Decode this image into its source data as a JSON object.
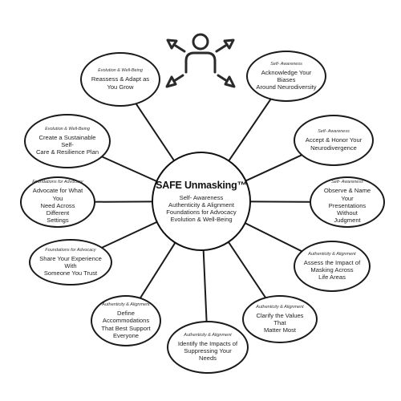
{
  "hub": {
    "title": "SAFE Unmasking™",
    "lines": [
      "Self- Awareness",
      "Authenticity & Alignment",
      "Foundations for Advocacy",
      "Evolution & Well-Being"
    ]
  },
  "icons": {
    "header": "person-with-arrows-icon"
  },
  "nodes": [
    {
      "category": "Evolution & Well-Being",
      "lines": [
        "Reassess & Adapt as",
        "You Grow"
      ]
    },
    {
      "category": "Self- Awareness",
      "lines": [
        "Acknowledge Your Biases",
        "Around Neurodiversity"
      ]
    },
    {
      "category": "Evolution & Well-Being",
      "lines": [
        "Create a Sustainable Self-",
        "Care & Resilience Plan"
      ]
    },
    {
      "category": "Self- Awareness",
      "lines": [
        "Accept & Honor Your",
        "Neurodivergence"
      ]
    },
    {
      "category": "Foundations for Advocacy",
      "lines": [
        "Advocate for What You",
        "Need Across Different",
        "Settings"
      ]
    },
    {
      "category": "Self- Awareness",
      "lines": [
        "Observe & Name Your",
        "Presentations Without",
        "Judgment"
      ]
    },
    {
      "category": "Foundations for Advocacy",
      "lines": [
        "Share Your Experience With",
        "Someone You Trust"
      ]
    },
    {
      "category": "Authenticity & Alignment",
      "lines": [
        "Assess the Impact of",
        "Masking Across",
        "Life Areas"
      ]
    },
    {
      "category": "Authenticity & Alignment",
      "lines": [
        "Define Accommodations",
        "That Best Support",
        "Everyone"
      ]
    },
    {
      "category": "Authenticity & Alignment",
      "lines": [
        "Clarify the Values That",
        "Matter Most"
      ]
    },
    {
      "category": "Authenticity & Alignment",
      "lines": [
        "Identify the Impacts of",
        "Suppressing Your Needs"
      ]
    }
  ]
}
